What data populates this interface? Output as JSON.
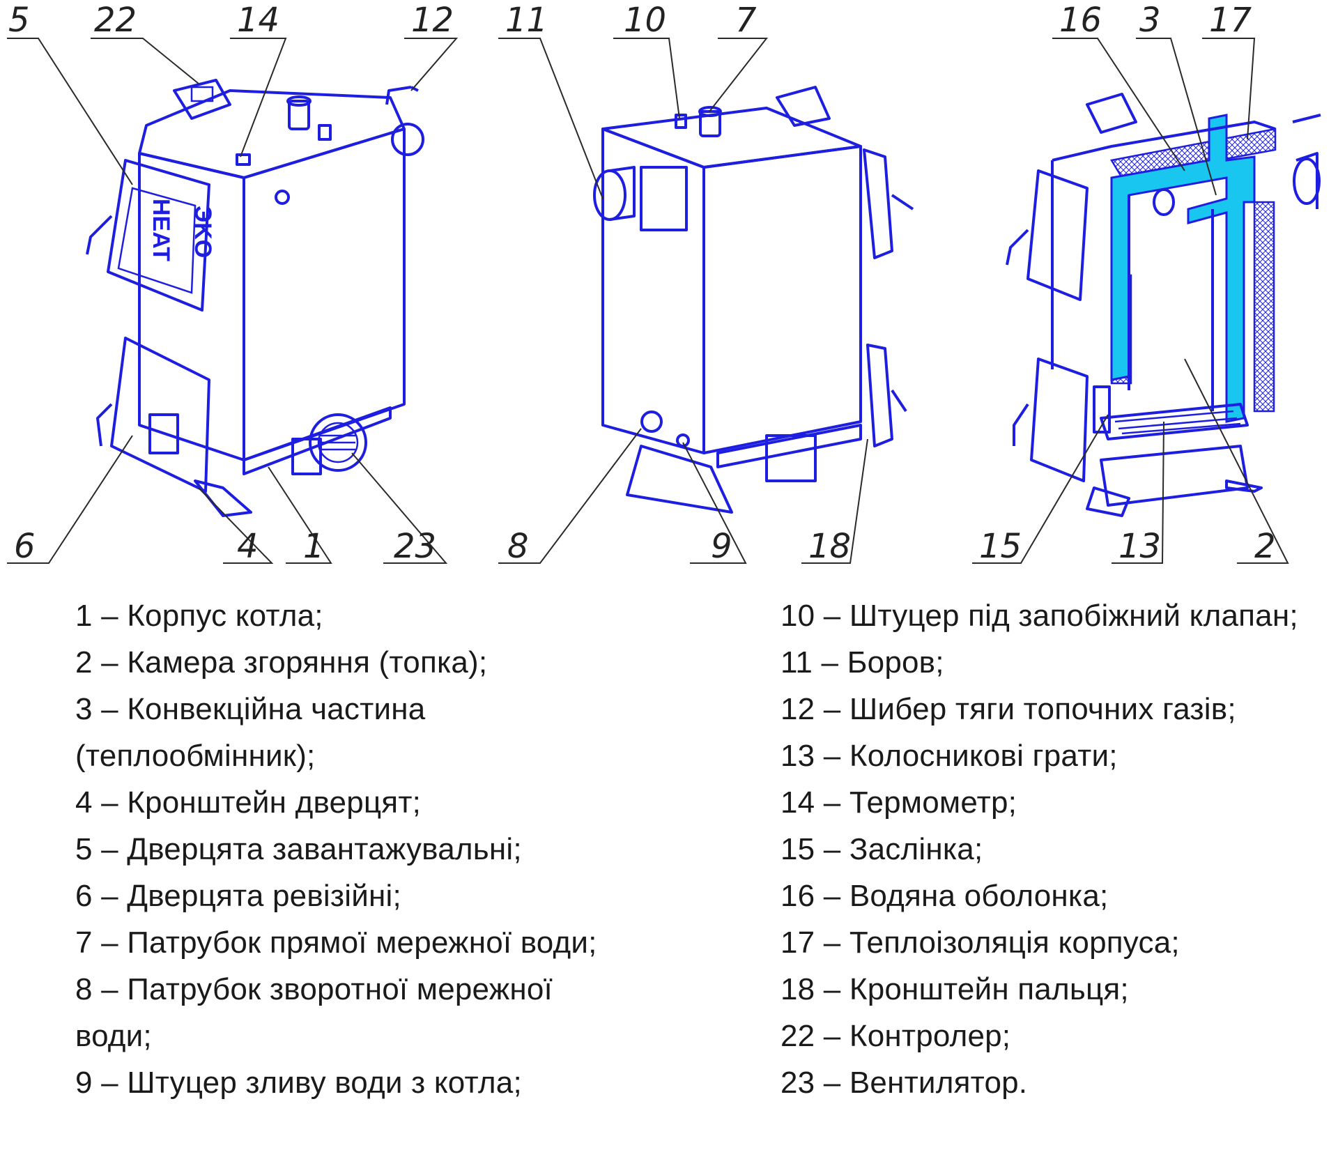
{
  "callouts": {
    "n5": "5",
    "n22": "22",
    "n14": "14",
    "n12": "12",
    "n11": "11",
    "n10": "10",
    "n7": "7",
    "n16": "16",
    "n3": "3",
    "n17": "17",
    "n6": "6",
    "n4": "4",
    "n1": "1",
    "n23": "23",
    "n8": "8",
    "n9": "9",
    "n18": "18",
    "n15": "15",
    "n13": "13",
    "n2": "2"
  },
  "logo": {
    "line1": "HEAT",
    "line2": "ЭKO"
  },
  "colors": {
    "outline": "#1e1ee0",
    "water_jacket": "#19c6f0"
  },
  "legend": {
    "left": [
      "1 – Корпус котла;",
      "2 – Камера згоряння (топка);",
      "3 – Конвекційна частина",
      "(теплообмінник);",
      "4 – Кронштейн дверцят;",
      "5 – Дверцята завантажувальні;",
      "6 – Дверцята ревізійні;",
      "7 – Патрубок прямої мережної води;",
      "8 – Патрубок зворотної мережної",
      "води;",
      "9 – Штуцер зливу води з котла;"
    ],
    "right": [
      "10 – Штуцер під запобіжний клапан;",
      "11 – Боров;",
      "12 – Шибер тяги топочних газів;",
      "13 – Колосникові грати;",
      "14 – Термометр;",
      "15 – Заслінка;",
      "16 – Водяна оболонка;",
      "17 – Теплоізоляція корпуса;",
      "18 – Кронштейн пальця;",
      "22 – Контролер;",
      "23 – Вентилятор."
    ]
  }
}
